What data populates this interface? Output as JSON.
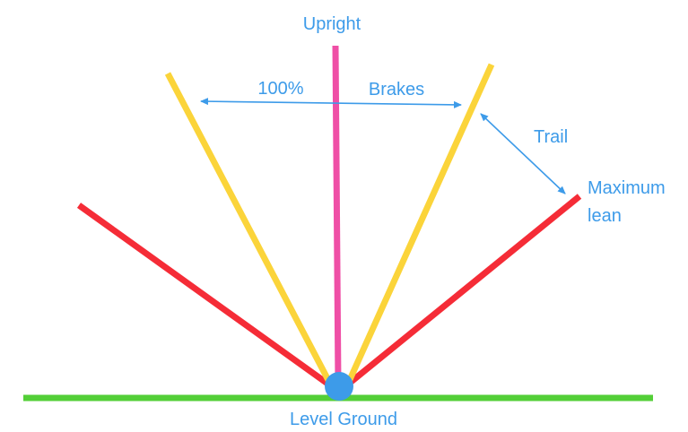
{
  "labels": {
    "upright": "Upright",
    "percent": "100%",
    "brakes": "Brakes",
    "trail": "Trail",
    "maximum": "Maximum",
    "lean": "lean",
    "level_ground": "Level Ground"
  },
  "colors": {
    "ground": "#53cf37",
    "upright": "#ef4fa6",
    "brake_lines": "#fbd43a",
    "max_lean_lines": "#f52c37",
    "pivot": "#3d9be9",
    "annotation": "#3d9be9"
  }
}
